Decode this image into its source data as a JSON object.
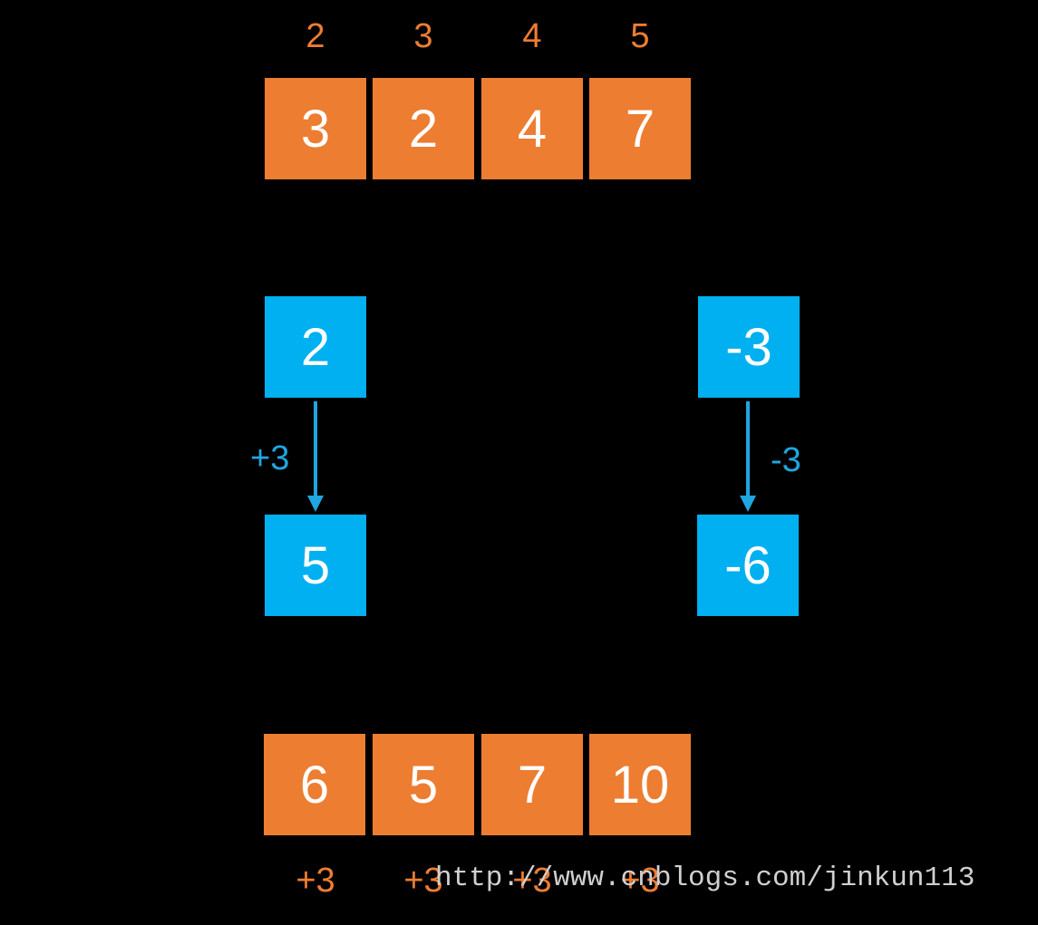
{
  "top_indices": [
    "2",
    "3",
    "4",
    "5"
  ],
  "original_array": [
    "3",
    "2",
    "4",
    "7"
  ],
  "left_diff": {
    "before": "2",
    "operation": "+3",
    "after": "5"
  },
  "right_diff": {
    "before": "-3",
    "operation": "-3",
    "after": "-6"
  },
  "result_array": [
    "6",
    "5",
    "7",
    "10"
  ],
  "bottom_deltas": [
    "+3",
    "+3",
    "+3",
    "+3"
  ],
  "watermark": "http://www.cnblogs.com/jinkun113",
  "colors": {
    "background": "#000000",
    "array_cell": "#ED7D31",
    "diff_cell": "#00B0F0",
    "arrow": "#1FA6E0",
    "watermark": "#D0D0D0"
  }
}
